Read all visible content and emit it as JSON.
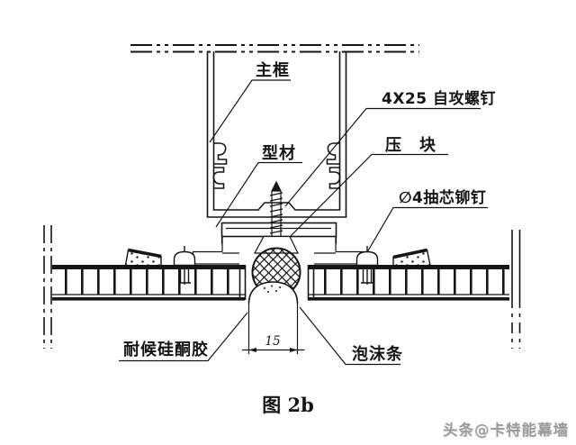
{
  "diagram": {
    "caption": "图 2b",
    "watermark": "头条@卡特能幕墙",
    "dimension": {
      "value": "15"
    },
    "labels": {
      "main_frame": "主框",
      "profile": "型材",
      "screw": "4X25 自攻螺钉",
      "pressure_block": "压　块",
      "rivet": "∅4抽芯铆钉",
      "sealant": "耐候硅酮胶",
      "foam_rod": "泡沫条"
    },
    "colors": {
      "line": "#151515",
      "background": "#ffffff",
      "watermark": "#9b9b9b"
    }
  }
}
